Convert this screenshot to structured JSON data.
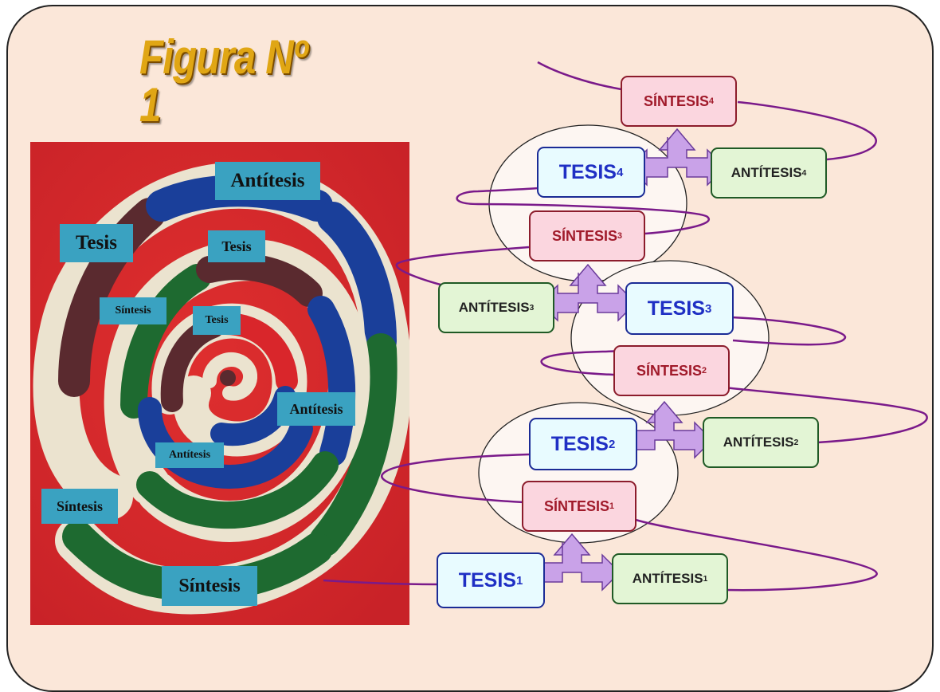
{
  "title": "Figura Nº 1",
  "photo_labels": {
    "antitesis_top": "Antítesis",
    "tesis_left": "Tesis",
    "tesis_mid": "Tesis",
    "sintesis_small": "Síntesis",
    "tesis_center": "Tesis",
    "antitesis_right": "Antítesis",
    "antitesis_small": "Antítesis",
    "sintesis_left": "Síntesis",
    "sintesis_bottom": "Síntesis"
  },
  "diagram": {
    "levels": [
      {
        "tesis": "TESIS",
        "antitesis": "ANTÍTESIS",
        "sintesis": "SÍNTESIS",
        "index": "1"
      },
      {
        "tesis": "TESIS",
        "antitesis": "ANTÍTESIS",
        "sintesis": "SÍNTESIS",
        "index": "2"
      },
      {
        "tesis": "TESIS",
        "antitesis": "ANTÍTESIS",
        "sintesis": "SÍNTESIS",
        "index": "3"
      },
      {
        "tesis": "TESIS",
        "antitesis": "ANTÍTESIS",
        "sintesis": "SÍNTESIS",
        "index": "4"
      }
    ]
  },
  "colors": {
    "background": "#fbe7d9",
    "spiral_line": "#7a1a8a",
    "arrow_fill": "#c9a2e8",
    "photo_red": "#d9262b",
    "label_blue": "#3aa2c1"
  }
}
